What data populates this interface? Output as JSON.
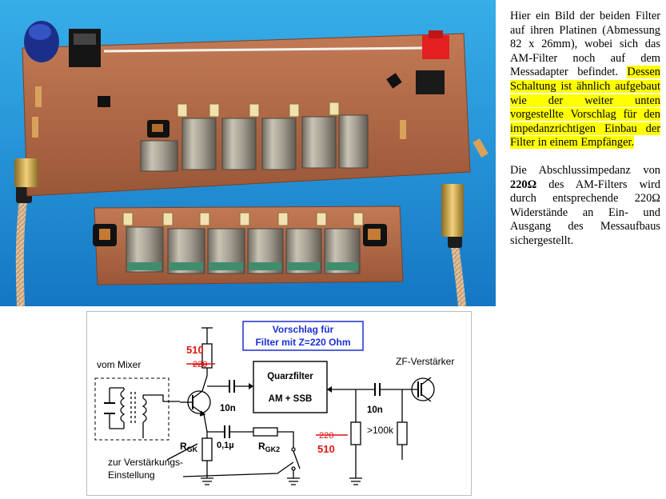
{
  "paragraph1": {
    "plain": "Hier ein Bild der beiden Filter auf ihren Platinen (Abmessung 82 x 26mm), wobei sich das AM-Filter noch auf dem Messadapter befindet. ",
    "highlighted": "Dessen Schaltung ist ähnlich aufgebaut wie der weiter unten vorgestellte Vorschlag für den impedanzrichtigen Einbau der Filter in einem Empfänger."
  },
  "paragraph2": {
    "part1": "Die Abschlussimpedanz von ",
    "bold": "220Ω",
    "part2": " des AM-Filters wird durch entsprechende 220Ω Widerstände an Ein- und Ausgang des Messaufbaus sichergestellt."
  },
  "schematic": {
    "title_line1": "Vorschlag für",
    "title_line2": "Filter mit Z=220 Ohm",
    "filter_line1": "Quarzfilter",
    "filter_line2": "AM  + SSB",
    "mixer_label": "vom Mixer",
    "if_amp_label": "ZF-Verstärker",
    "r_collector_new": "510",
    "r_collector_old": "220",
    "r_out_new": "510",
    "r_out_old": "220",
    "cap_left": "10n",
    "cap_right": "10n",
    "cap_emitter": "0,1µ",
    "r_gk_main": "R",
    "r_gk_sub": "GK",
    "r_gk2_main": "R",
    "r_gk2_sub": "GK2",
    "r_gate": ">100k",
    "gain_line1": "zur Verstärkungs-",
    "gain_line2": "Einstellung"
  },
  "colors": {
    "highlight": "#ffff00",
    "title_blue": "#1a2fd6",
    "correction_red": "#e01414"
  }
}
